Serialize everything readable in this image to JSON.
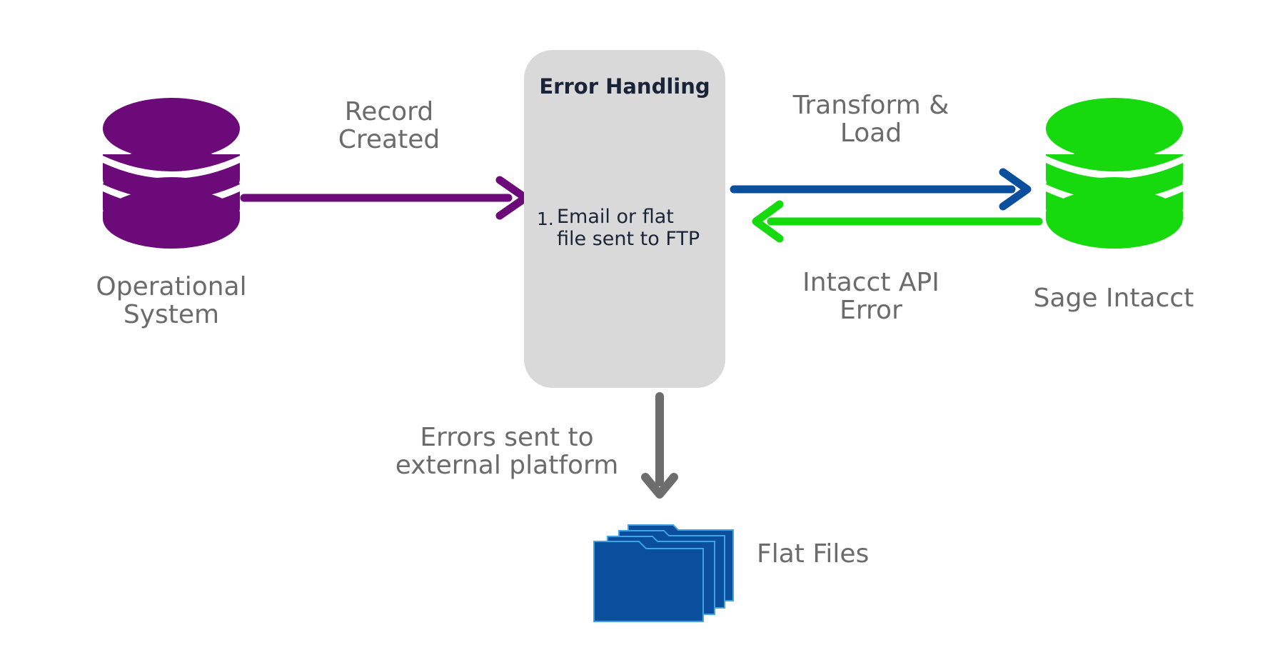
{
  "nodes": {
    "operational_system": {
      "label": "Operational\nSystem",
      "color": "#6b0a78"
    },
    "sage_intacct": {
      "label": "Sage Intacct",
      "color": "#16d90e"
    },
    "error_handling": {
      "title": "Error Handling",
      "items": [
        {
          "num": "1.",
          "text": "Email or flat\nfile sent to FTP"
        }
      ]
    },
    "flat_files": {
      "label": "Flat Files",
      "color": "#0a4f9e"
    }
  },
  "edges": {
    "record_created": {
      "label": "Record\nCreated",
      "color": "#6b0a78"
    },
    "transform_load": {
      "label": "Transform &\nLoad",
      "color": "#0a4f9e"
    },
    "api_error": {
      "label": "Intacct API\nError",
      "color": "#16d90e"
    },
    "errors_external": {
      "label": "Errors sent to\nexternal platform",
      "color": "#6d6d6d"
    }
  }
}
